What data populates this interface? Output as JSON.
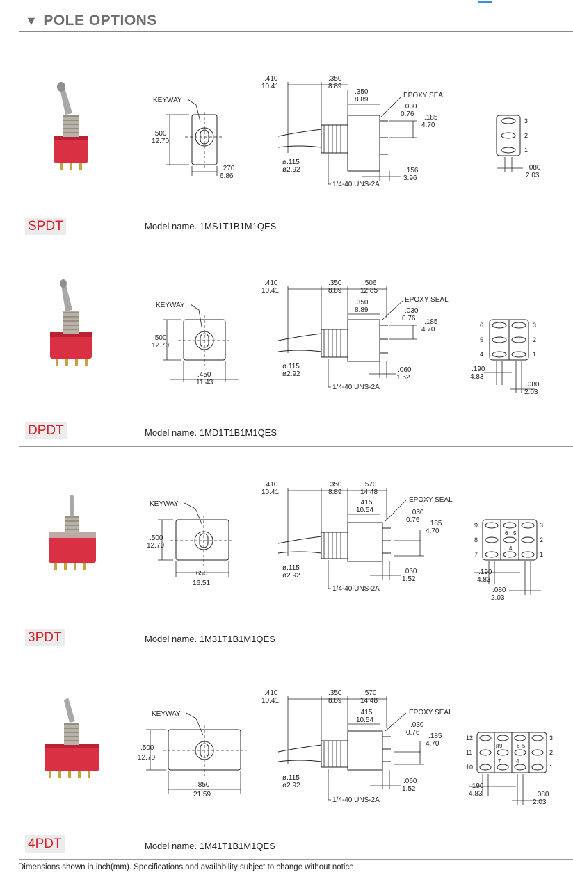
{
  "page": {
    "title": "POLE OPTIONS",
    "footer": "Dimensions shown in inch(mm).   Specifications and availability subject to change without notice."
  },
  "dims": {
    "keyway": "KEYWAY",
    "epoxy": "EPOXY SEAL",
    "thread": "1/4-40 UNS-2A",
    "h_in": ".500",
    "h_mm": "12.70",
    "d1_in": ".410",
    "d1_mm": "10.41",
    "d2_in": ".350",
    "d2_mm": "8.89",
    "dia_in": "ø.115",
    "dia_mm": "ø2.92",
    "t_in": ".030",
    "t_mm": "0.76",
    "p_in": ".185",
    "p_mm": "4.70",
    "pitch_in": ".080",
    "pitch_mm": "2.03",
    "pole_in": ".190",
    "pole_mm": "4.83",
    "bd_in": ".060",
    "bd_mm": "1.52"
  },
  "sections": [
    {
      "label": "SPDT",
      "model": "Model name. 1MS1T1B1M1QES",
      "width_in": ".270",
      "width_mm": "6.86",
      "depth_in": ".350",
      "depth_mm": "8.89",
      "lead_in": ".156",
      "lead_mm": "3.96",
      "pins_right": [
        "3",
        "2",
        "1"
      ]
    },
    {
      "label": "DPDT",
      "model": "Model name. 1MD1T1B1M1QES",
      "width_in": ".450",
      "width_mm": "11.43",
      "body_in": ".506",
      "body_mm": "12.85",
      "depth_in": ".350",
      "depth_mm": "8.89",
      "pins_left": [
        "6",
        "5",
        "4"
      ],
      "pins_right": [
        "3",
        "2",
        "1"
      ]
    },
    {
      "label": "3PDT",
      "model": "Model name. 1M31T1B1M1QES",
      "width_in": ".650",
      "width_mm": "16.51",
      "body_in": ".570",
      "body_mm": "14.48",
      "depth_in": ".415",
      "depth_mm": "10.54",
      "pins_left": [
        "9",
        "8",
        "7"
      ],
      "pins_right": [
        "3",
        "2",
        "1"
      ],
      "pins_mid": [
        "6",
        "5",
        "4"
      ]
    },
    {
      "label": "4PDT",
      "model": "Model name. 1M41T1B1M1QES",
      "width_in": ".850",
      "width_mm": "21.59",
      "body_in": ".570",
      "body_mm": "14.48",
      "depth_in": ".415",
      "depth_mm": "10.54",
      "pins_left": [
        "12",
        "11",
        "10"
      ],
      "pins_right": [
        "3",
        "2",
        "1"
      ],
      "pins_mid": [
        "9",
        "8",
        "7",
        "6",
        "5",
        "4"
      ]
    }
  ]
}
